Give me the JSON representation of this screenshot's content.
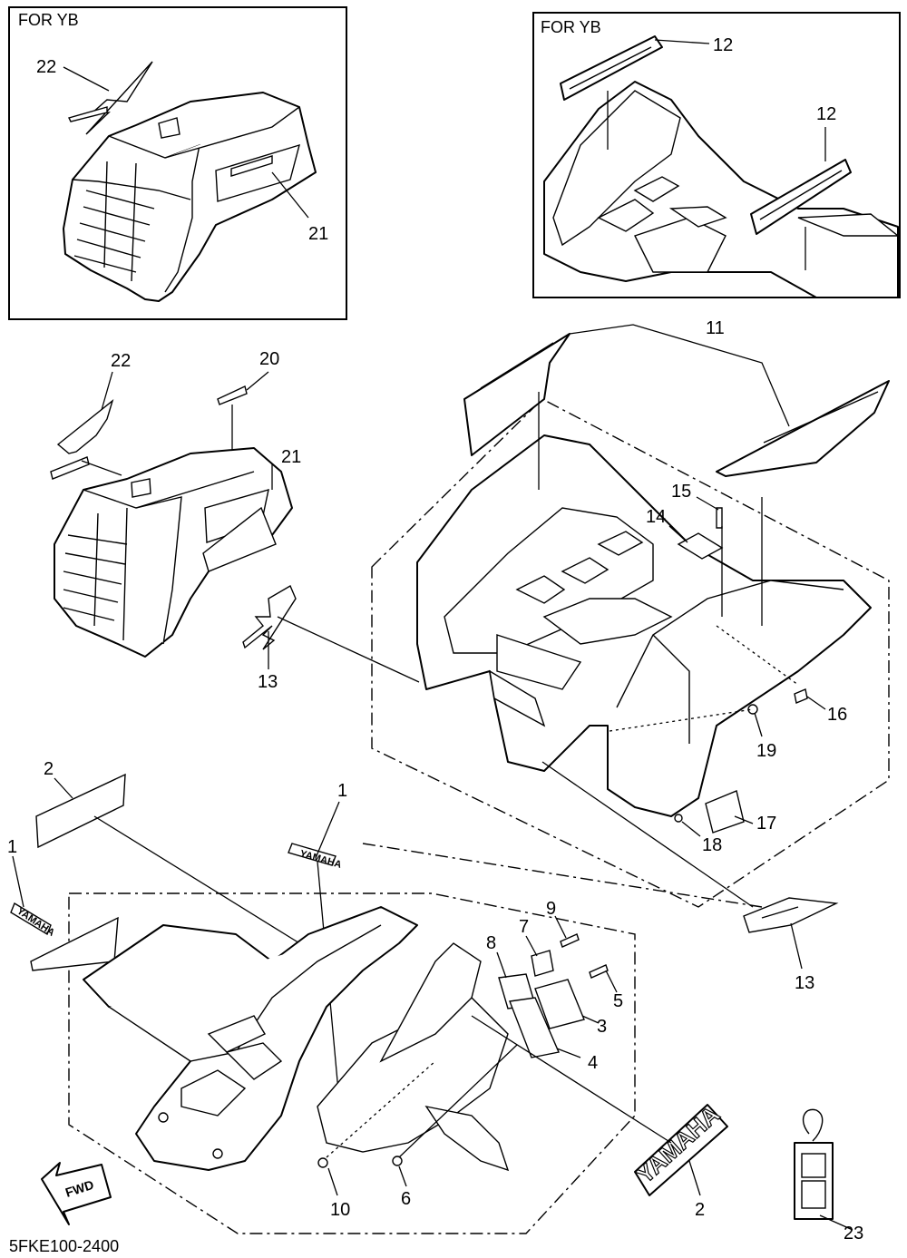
{
  "insets": {
    "left_title": "FOR YB",
    "right_title": "FOR YB"
  },
  "callouts": {
    "c1a": "1",
    "c1b": "1",
    "c2a": "2",
    "c2b": "2",
    "c3": "3",
    "c4": "4",
    "c5": "5",
    "c6": "6",
    "c7": "7",
    "c8": "8",
    "c9": "9",
    "c10": "10",
    "c11": "11",
    "c12a": "12",
    "c12b": "12",
    "c13a": "13",
    "c13b": "13",
    "c14": "14",
    "c15": "15",
    "c16": "16",
    "c17": "17",
    "c18": "18",
    "c19": "19",
    "c20": "20",
    "c21a": "21",
    "c21b": "21",
    "c22a": "22",
    "c22b": "22",
    "c23": "23"
  },
  "decals": {
    "yamaha_small": "YAMAHA",
    "yamaha_large": "YAMAHA",
    "fwd": "FWD"
  },
  "diagram_code": "5FKE100-2400",
  "colors": {
    "line": "#000000",
    "background": "#ffffff"
  }
}
